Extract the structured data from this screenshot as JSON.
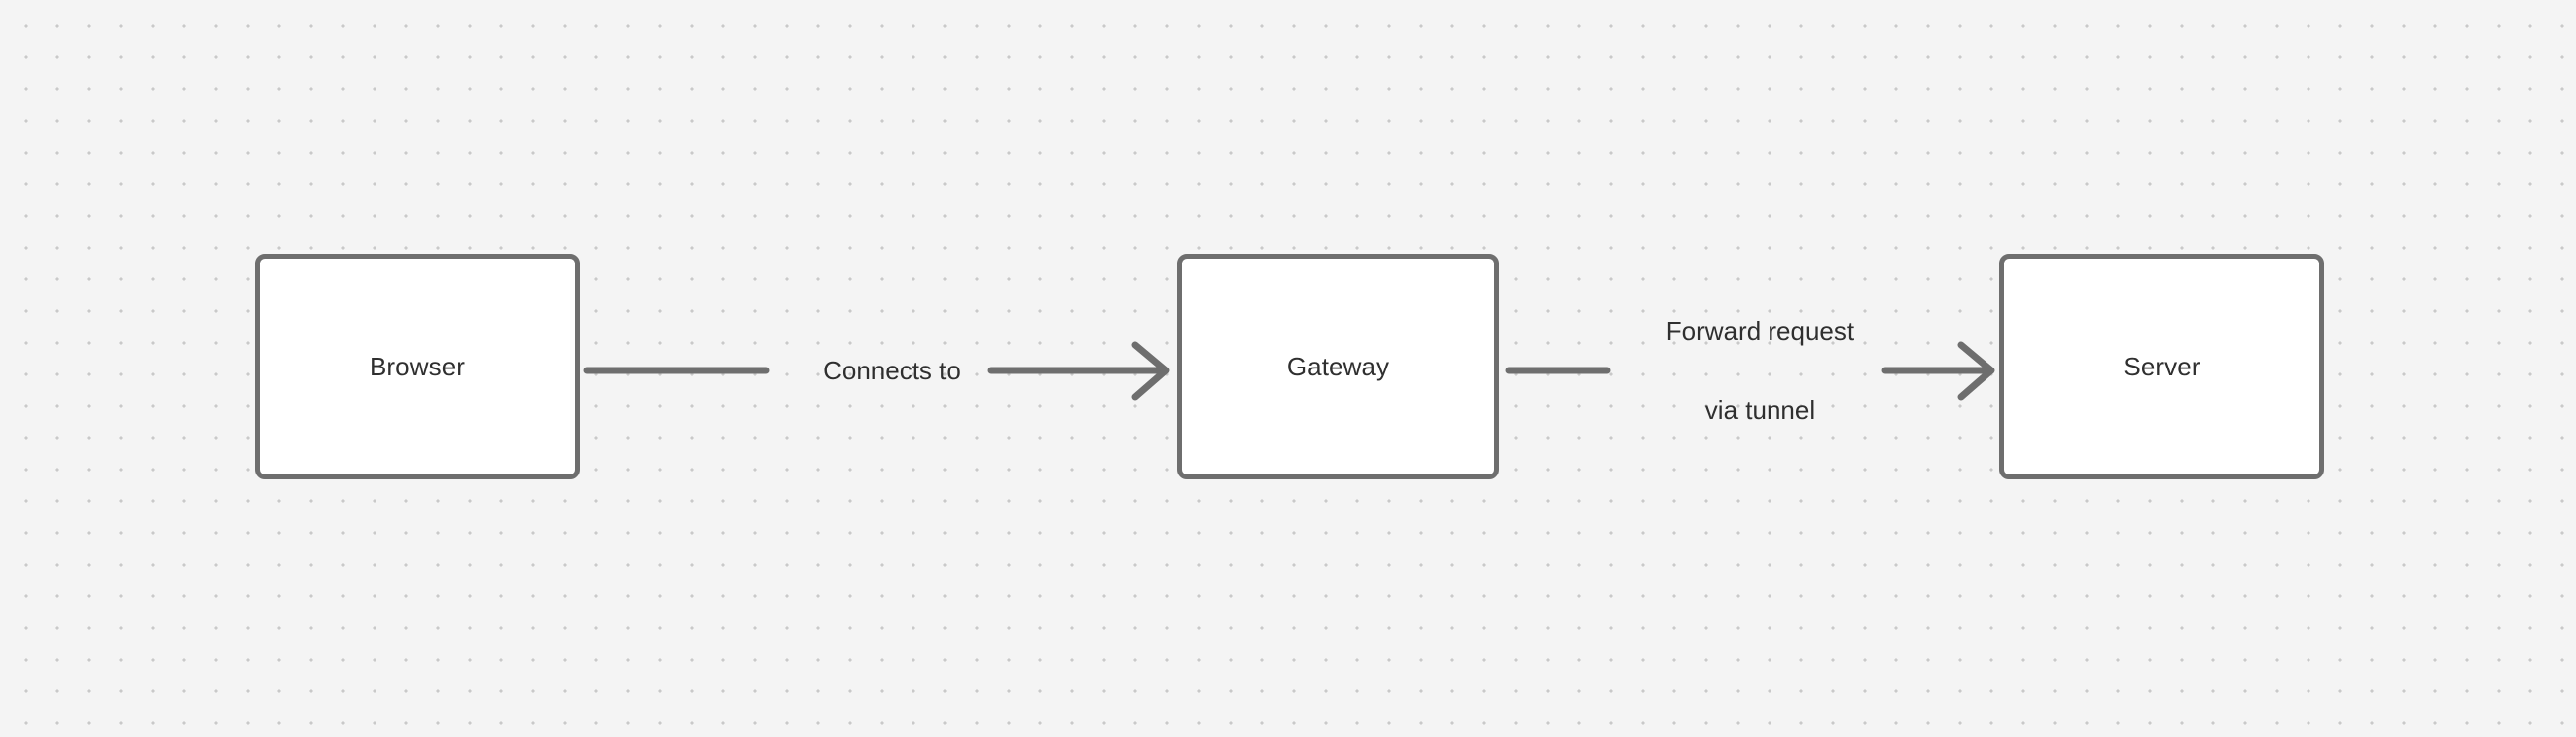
{
  "canvas": {
    "background_color": "#f4f4f4",
    "grid_dot_color": "#c9c9c9",
    "node_border_color": "#6e6e6e",
    "node_fill_color": "#ffffff",
    "edge_color": "#6e6e6e",
    "text_color": "#2f2f2f"
  },
  "diagram": {
    "type": "flowchart",
    "direction": "left-to-right",
    "nodes": [
      {
        "id": "browser",
        "label": "Browser"
      },
      {
        "id": "gateway",
        "label": "Gateway"
      },
      {
        "id": "server",
        "label": "Server"
      }
    ],
    "edges": [
      {
        "id": "browser-to-gateway",
        "from": "browser",
        "to": "gateway",
        "label": "Connects to",
        "label_lines": [
          "Connects to"
        ]
      },
      {
        "id": "gateway-to-server",
        "from": "gateway",
        "to": "server",
        "label": "Forward request via tunnel",
        "label_lines": [
          "Forward request",
          "via tunnel"
        ]
      }
    ]
  }
}
